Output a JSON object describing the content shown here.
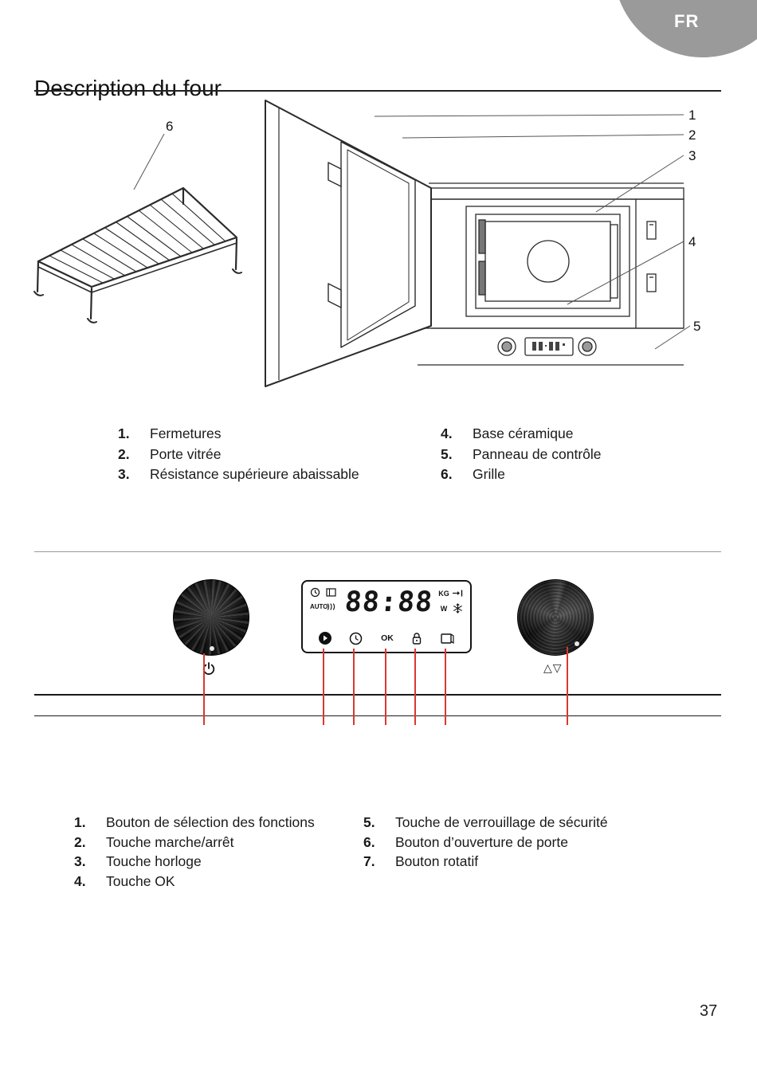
{
  "page": {
    "language_badge": "FR",
    "title": "Description du four",
    "page_number": "37"
  },
  "oven_diagram": {
    "callouts": [
      "1",
      "2",
      "3",
      "4",
      "5",
      "6"
    ]
  },
  "parts_legend": {
    "items": [
      {
        "num": "1.",
        "label": "Fermetures"
      },
      {
        "num": "2.",
        "label": "Porte vitrée"
      },
      {
        "num": "3.",
        "label": "Résistance supérieure abaissable"
      },
      {
        "num": "4.",
        "label": "Base céramique"
      },
      {
        "num": "5.",
        "label": "Panneau de contrôle"
      },
      {
        "num": "6.",
        "label": "Grille"
      }
    ]
  },
  "control_panel": {
    "display_value": "88:88",
    "auto_label": "AUTO",
    "kg_label": "KG",
    "w_label": "W",
    "ok_label": "OK",
    "updown_symbol": "△▽"
  },
  "controls_legend": {
    "items": [
      {
        "num": "1.",
        "label": "Bouton de sélection des fonctions"
      },
      {
        "num": "2.",
        "label": "Touche marche/arrêt"
      },
      {
        "num": "3.",
        "label": "Touche horloge"
      },
      {
        "num": "4.",
        "label": "Touche OK"
      },
      {
        "num": "5.",
        "label": "Touche de verrouillage de sécurité"
      },
      {
        "num": "6.",
        "label": "Bouton d’ouverture de porte"
      },
      {
        "num": "7.",
        "label": "Bouton rotatif"
      }
    ]
  }
}
